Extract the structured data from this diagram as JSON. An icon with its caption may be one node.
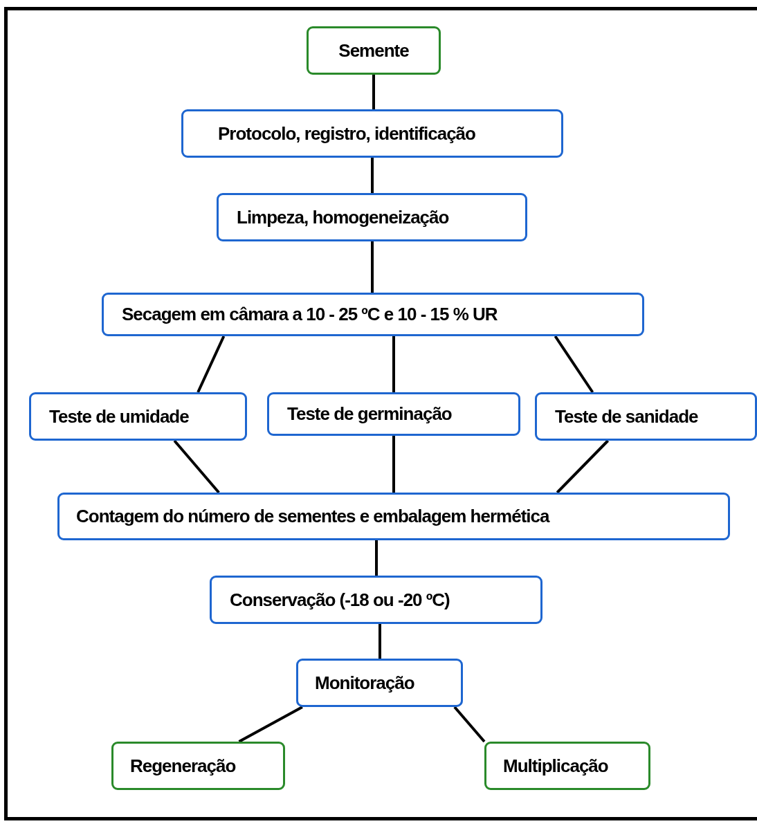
{
  "diagram": {
    "nodes": [
      {
        "text": [
          "Semente"
        ]
      },
      {
        "text": [
          "Protocolo, registro, identificação"
        ]
      },
      {
        "text": [
          "Limpeza, homogeneização"
        ]
      },
      {
        "text": [
          "Secagem em câmara a 10 - 25 ºC e 10 - 15 % UR"
        ]
      },
      {
        "text": [
          "Teste de umidade"
        ]
      },
      {
        "text": [
          "Teste de germinação"
        ]
      },
      {
        "text": [
          "Teste de sanidade"
        ]
      },
      {
        "text": [
          "Contagem do número de sementes e embalagem hermética"
        ]
      },
      {
        "text": [
          "Conservação (-18 ou -20 ºC)"
        ]
      },
      {
        "text": [
          "Monitoração"
        ]
      },
      {
        "text": [
          "Regeneração"
        ]
      },
      {
        "text": [
          "Multiplicação"
        ]
      }
    ],
    "edges": [
      {
        "from": 0,
        "to": 1,
        "arrow": "none"
      },
      {
        "from": 1,
        "to": 2,
        "arrow": "none"
      },
      {
        "from": 2,
        "to": 3,
        "arrow": "none"
      },
      {
        "from": 3,
        "to": 4,
        "arrow": "none"
      },
      {
        "from": 3,
        "to": 5,
        "arrow": "none"
      },
      {
        "from": 3,
        "to": 6,
        "arrow": "none"
      },
      {
        "from": 4,
        "to": 7,
        "arrow": "none"
      },
      {
        "from": 5,
        "to": 7,
        "arrow": "none"
      },
      {
        "from": 6,
        "to": 7,
        "arrow": "none"
      },
      {
        "from": 7,
        "to": 8,
        "arrow": "none"
      },
      {
        "from": 8,
        "to": 9,
        "arrow": "none"
      },
      {
        "from": 9,
        "to": 10,
        "arrow": "none"
      },
      {
        "from": 9,
        "to": 11,
        "arrow": "none"
      }
    ]
  }
}
